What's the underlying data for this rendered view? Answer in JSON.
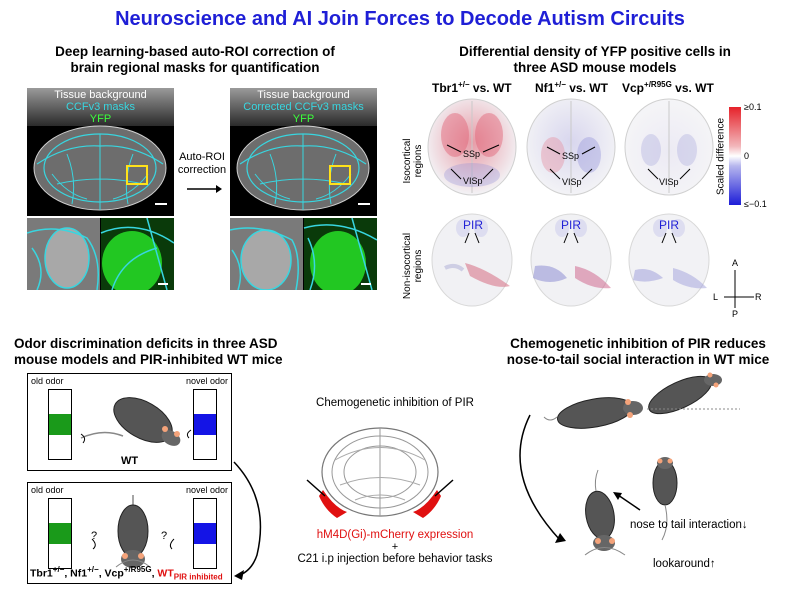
{
  "main_title": "Neuroscience and AI Join Forces to Decode Autism Circuits",
  "panel_a": {
    "title_line1": "Deep learning-based auto-ROI correction of",
    "title_line2": "brain regional masks for quantification",
    "left_label_1": "Tissue background",
    "left_label_2": "CCFv3 masks",
    "left_label_3": "YFP",
    "right_label_1": "Tissue background",
    "right_label_2": "Corrected CCFv3 masks",
    "right_label_3": "YFP",
    "arrow_label_1": "Auto-ROI",
    "arrow_label_2": "correction"
  },
  "panel_b": {
    "title_line1": "Differential density of YFP positive cells in",
    "title_line2": "three ASD mouse models",
    "col1_gene": "Tbr1",
    "col1_sup": "+/−",
    "col1_vs": " vs. WT",
    "col2_gene": "Nf1",
    "col2_sup": "+/−",
    "col2_vs": " vs. WT",
    "col3_gene": "Vcp",
    "col3_sup": "+/R95G",
    "col3_vs": " vs. WT",
    "row1_label_1": "Isocortical",
    "row1_label_2": "regions",
    "row2_label_1": "Non-isocortical",
    "row2_label_2": "regions",
    "ssp": "SSp",
    "visp": "VISp",
    "pir": "PIR",
    "colorbar_top": "≥0.1",
    "colorbar_mid": "0",
    "colorbar_bottom": "≤−0.1",
    "colorbar_title": "Scaled difference",
    "compass_a": "A",
    "compass_p": "P",
    "compass_l": "L",
    "compass_r": "R"
  },
  "panel_c": {
    "title_line1": "Odor discrimination deficits in three ASD",
    "title_line2": "mouse models and PIR-inhibited WT mice",
    "old_odor": "old odor",
    "novel_odor": "novel odor",
    "wt_label": "WT",
    "question": "?",
    "bottom_genes": "Tbr1",
    "bottom_sup1": "+/−",
    "bottom_nf1": ", Nf1",
    "bottom_sup2": "+/−",
    "bottom_vcp": ", Vcp",
    "bottom_sup3": "+/R95G",
    "bottom_sep": ", ",
    "bottom_wt": "WT",
    "bottom_wt_sub": "PIR inhibited",
    "old_color": "#1a9a1a",
    "novel_color": "#1414e6"
  },
  "panel_d": {
    "title": "Chemogenetic inhibition of PIR",
    "expression": "hM4D(Gi)-mCherry expression",
    "plus": "+",
    "injection": "C21 i.p injection before behavior tasks",
    "expression_color": "#e01010"
  },
  "panel_e": {
    "title_line1": "Chemogenetic inhibition of PIR reduces",
    "title_line2": "nose-to-tail social interaction in WT mice",
    "nose_to_tail": "nose to tail interaction↓",
    "lookaround": "lookaround↑"
  }
}
